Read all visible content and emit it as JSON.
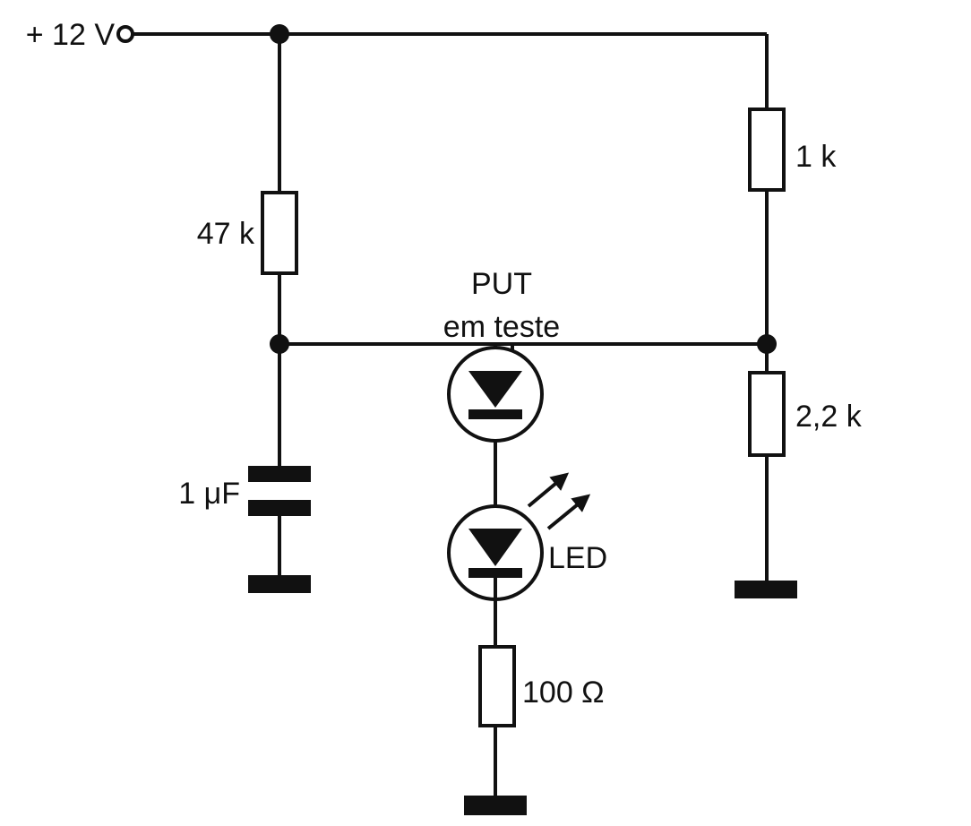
{
  "labels": {
    "supply": "+ 12 V",
    "r_47k": "47 k",
    "r_1k": "1 k",
    "r_2k2": "2,2 k",
    "cap": "1 μF",
    "put_line1": "PUT",
    "put_line2": "em teste",
    "led": "LED",
    "r_100": "100 Ω"
  },
  "colors": {
    "line": "#111111",
    "background": "#ffffff"
  }
}
